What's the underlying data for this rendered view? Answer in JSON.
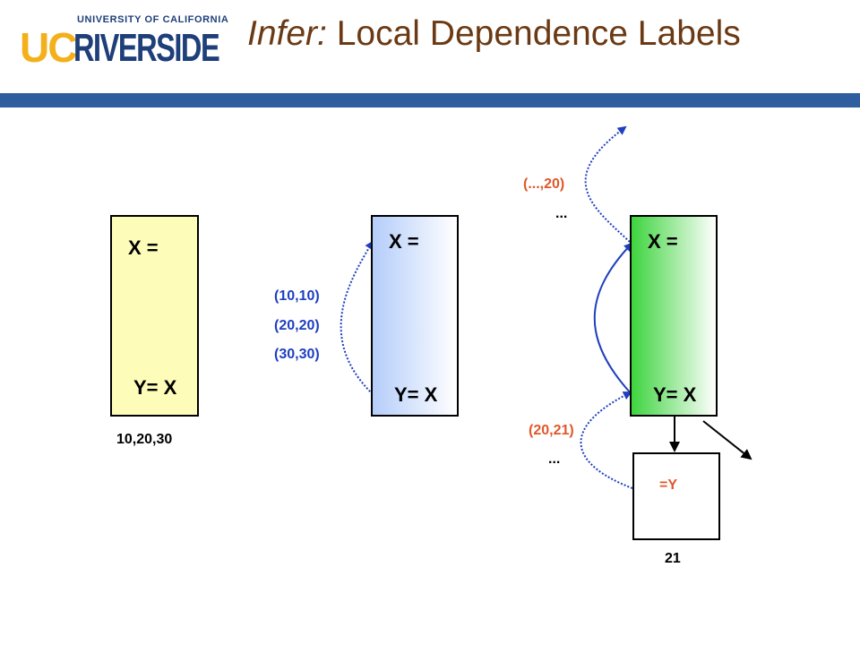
{
  "logo": {
    "university_text": "UNIVERSITY OF CALIFORNIA",
    "uc_text": "UC",
    "riverside_text": "RIVERSIDE"
  },
  "title": {
    "italic_part": "Infer:",
    "main_part": "Local Dependence Labels"
  },
  "colors": {
    "title": "#6b3a14",
    "bar": "#2f5e9e",
    "blue_text": "#1f3fbf",
    "orange_text": "#e0582a"
  },
  "box1": {
    "top_label": "X =",
    "bottom_label": "Y= X",
    "caption": "10,20,30"
  },
  "box2": {
    "top_label": "X =",
    "bottom_label": "Y= X",
    "pairs": [
      "(10,10)",
      "(20,20)",
      "(30,30)"
    ]
  },
  "box3": {
    "top_label": "X =",
    "bottom_label": "Y= X",
    "upper_pair": "(...,20)",
    "upper_ellipsis": "...",
    "lower_pair": "(20,21)",
    "lower_ellipsis": "..."
  },
  "box4": {
    "label": "=Y",
    "caption": "21"
  }
}
